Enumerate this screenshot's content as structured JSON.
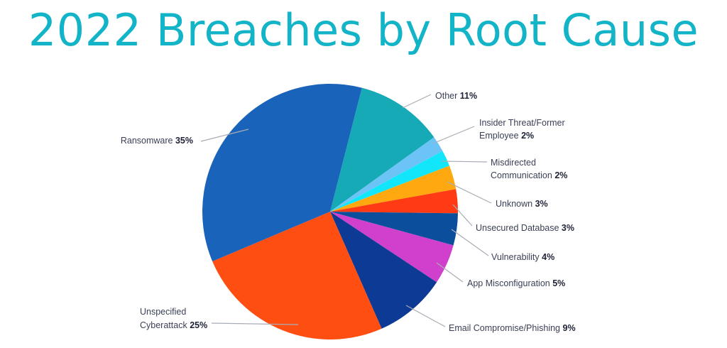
{
  "chart_data": {
    "type": "pie",
    "title": "2022 Breaches by Root Cause",
    "start_angle_percent": 4,
    "direction": "clockwise",
    "slices": [
      {
        "label": "Other",
        "value": 11,
        "pct_text": "11%",
        "color": "#16a9b6"
      },
      {
        "label": "Insider Threat/Former Employee",
        "line1": "Insider Threat/Former",
        "line2": "Employee",
        "value": 2,
        "pct_text": "2%",
        "color": "#6cc4f6"
      },
      {
        "label": "Misdirected Communication",
        "line1": "Misdirected",
        "line2": "Communication",
        "value": 2,
        "pct_text": "2%",
        "color": "#12e6fb"
      },
      {
        "label": "Unknown",
        "value": 3,
        "pct_text": "3%",
        "color": "#ffa810"
      },
      {
        "label": "Unsecured Database",
        "value": 3,
        "pct_text": "3%",
        "color": "#ff3a14"
      },
      {
        "label": "Vulnerability",
        "value": 4,
        "pct_text": "4%",
        "color": "#0b4f9c"
      },
      {
        "label": "App Misconfiguration",
        "value": 5,
        "pct_text": "5%",
        "color": "#d040cc"
      },
      {
        "label": "Email Compromise/Phishing",
        "value": 9,
        "pct_text": "9%",
        "color": "#0c3a94"
      },
      {
        "label": "Unspecified Cyberattack",
        "line1": "Unspecified",
        "line2": "Cyberattack",
        "value": 25,
        "pct_text": "25%",
        "color": "#ff4e12"
      },
      {
        "label": "Ransomware",
        "value": 35,
        "pct_text": "35%",
        "color": "#1a63bb"
      }
    ]
  }
}
